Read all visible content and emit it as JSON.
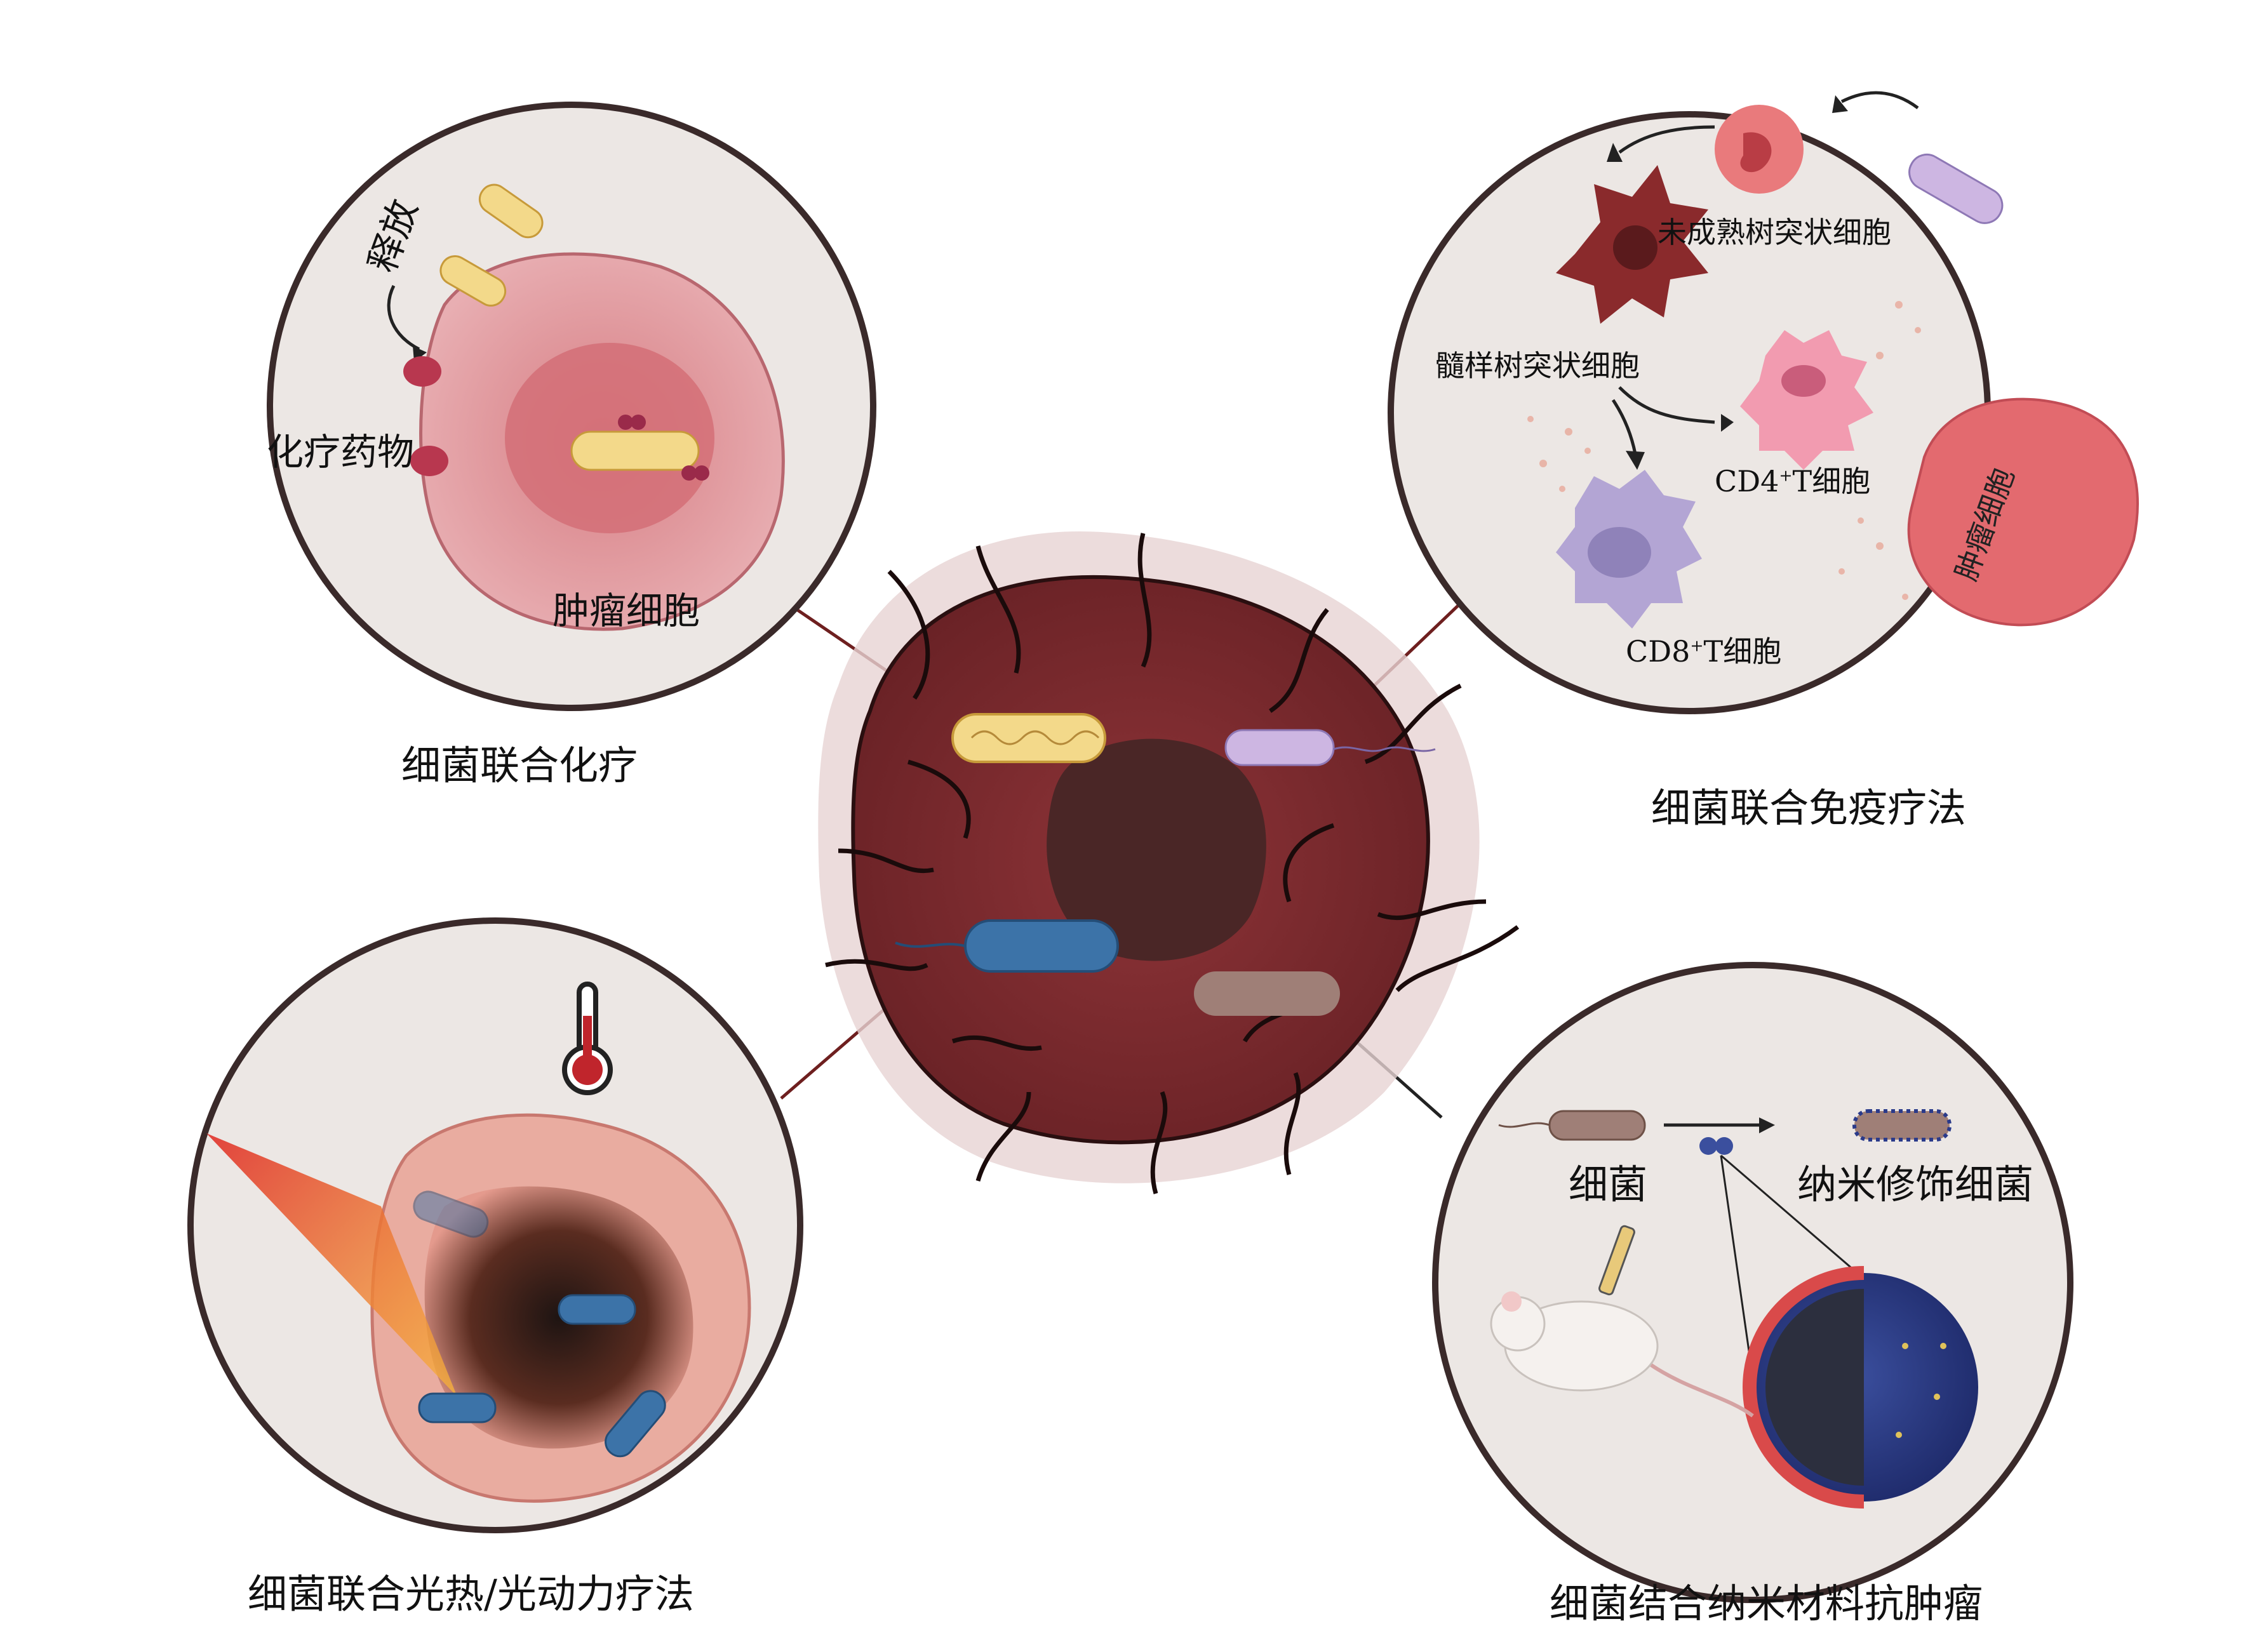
{
  "captions": {
    "chemo": "细菌联合化疗",
    "immuno": "细菌联合免疫疗法",
    "photo": "细菌联合光热/光动力疗法",
    "nano": "细菌结合纳米材料抗肿瘤"
  },
  "chemo_panel": {
    "release": "释放",
    "drug": "化疗药物",
    "tumor_cell": "肿瘤细胞"
  },
  "immuno_panel": {
    "immature_dc": "未成熟树突状细胞",
    "myeloid_dc": "髓样树突状细胞",
    "cd4_prefix": "CD4",
    "cd4_sup": "+",
    "cd4_suffix": "T细胞",
    "cd8_prefix": "CD8",
    "cd8_sup": "+",
    "cd8_suffix": "T细胞",
    "tumor_cell": "肿瘤细胞"
  },
  "nano_panel": {
    "bacteria": "细菌",
    "nano_bacteria": "纳米修饰细菌"
  },
  "colors": {
    "panel_border": "#3a2a2a",
    "panel_fill": "#ece7e4",
    "tumor_dark": "#7a2a2c",
    "tumor_light": "#d8939a",
    "bacteria_yellow": "#f3d98a",
    "bacteria_purple": "#cdb6e2",
    "bacteria_blue": "#3c73a8",
    "connector": "#6e1f1f"
  }
}
